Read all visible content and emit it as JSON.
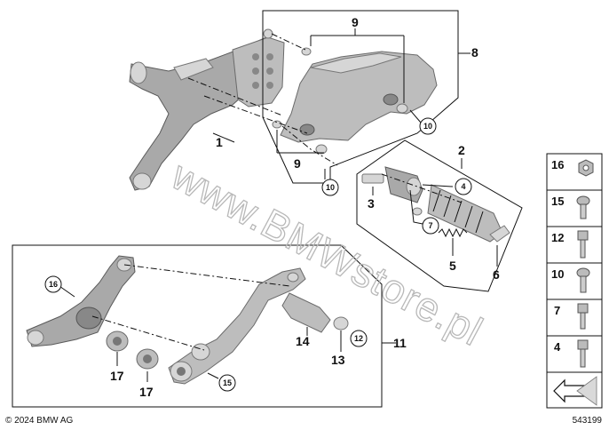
{
  "callouts": {
    "c1": "1",
    "c2": "2",
    "c3": "3",
    "c4": "4",
    "c5": "5",
    "c6": "6",
    "c7": "7",
    "c8": "8",
    "c9a": "9",
    "c9b": "9",
    "c10a": "10",
    "c10b": "10",
    "c11": "11",
    "c12": "12",
    "c13": "13",
    "c14": "14",
    "c15": "15",
    "c16": "16",
    "c17a": "17",
    "c17b": "17"
  },
  "sidebar": {
    "items": [
      {
        "num": "16",
        "icon": "nut-icon"
      },
      {
        "num": "15",
        "icon": "button-head-screw-icon"
      },
      {
        "num": "12",
        "icon": "socket-cap-screw-icon"
      },
      {
        "num": "10",
        "icon": "button-head-screw-icon"
      },
      {
        "num": "7",
        "icon": "socket-cap-screw-icon"
      },
      {
        "num": "4",
        "icon": "socket-cap-screw-icon"
      }
    ],
    "direction_icon": "arrow-icon"
  },
  "footer": {
    "copyright": "© 2024 BMW AG",
    "diagram_number": "543199"
  },
  "watermark": "www.BMWstore.pl",
  "colors": {
    "part_fill": "#bdbdbd",
    "line": "#111111",
    "watermark": "#b8b8b8"
  }
}
